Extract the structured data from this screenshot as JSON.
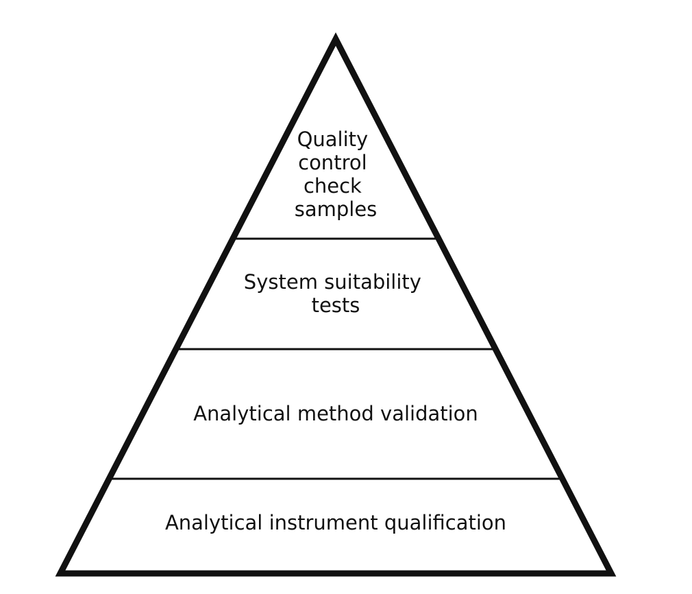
{
  "diagram": {
    "type": "pyramid",
    "line_color": "#111111",
    "background": "#ffffff",
    "tiers": [
      {
        "lines": [
          "Quality",
          "control",
          "check",
          "samples"
        ]
      },
      {
        "lines": [
          "System suitability",
          "tests"
        ]
      },
      {
        "lines": [
          "Analytical method validation"
        ]
      },
      {
        "lines": [
          "Analytical instrument qualification"
        ]
      }
    ]
  }
}
